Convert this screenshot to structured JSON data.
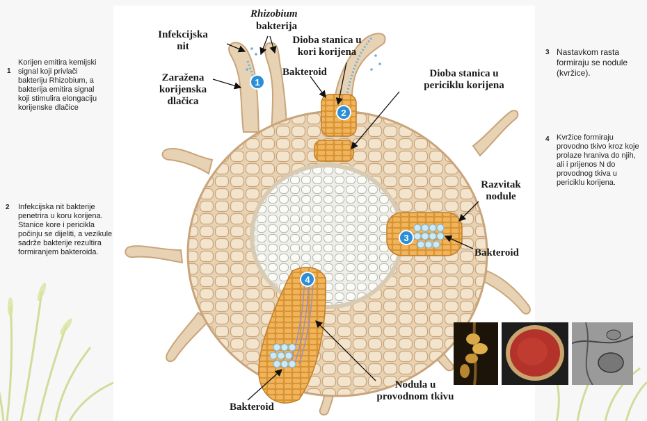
{
  "notes": {
    "n1": {
      "number": "1",
      "text": "Korijen emitira kemijski signal koji privlači bakteriju Rhizobium, a bakterija emitira signal koji stimulira elongaciju korijenske dlačice"
    },
    "n2": {
      "number": "2",
      "text": "Infekcijska nit bakterije penetrira u koru korijena. Stanice kore i pericikla počinju se dijeliti, a vezikule sadrže bakterije rezultira formiranjem bakteroida."
    },
    "n3": {
      "number": "3",
      "text": "Nastavkom rasta formiraju se nodule (kvržice)."
    },
    "n4": {
      "number": "4",
      "text": "Kvržice formiraju provodno tkivo kroz koje prolaze hraniva do njih, ali i prijenos N do provodnog tkiva u periciklu korijena."
    }
  },
  "labels": {
    "rhizobium": "Rhizobium",
    "bakterija": "bakterija",
    "infekcijska_nit": "Infekcijska nit",
    "zarazena": "Zaražena korijenska dlačica",
    "dioba_kora": "Dioba stanica u kori korijena",
    "bakteroid_top": "Bakteroid",
    "dioba_pericikl": "Dioba stanica u periciklu korijena",
    "razvitak": "Razvitak nodule",
    "bakteroid_right": "Bakteroid",
    "nodula": "Nodula u provodnom tkivu",
    "bakteroid_bottom": "Bakteroid"
  },
  "steps": [
    "1",
    "2",
    "3",
    "4"
  ],
  "colors": {
    "cortex": "#e8d2b4",
    "cortex_border": "#c9a47a",
    "stele": "#eeeeea",
    "orange": "#e8a94e",
    "step_badge": "#2a8fd6",
    "bacteroid": "#bfe0f0"
  }
}
